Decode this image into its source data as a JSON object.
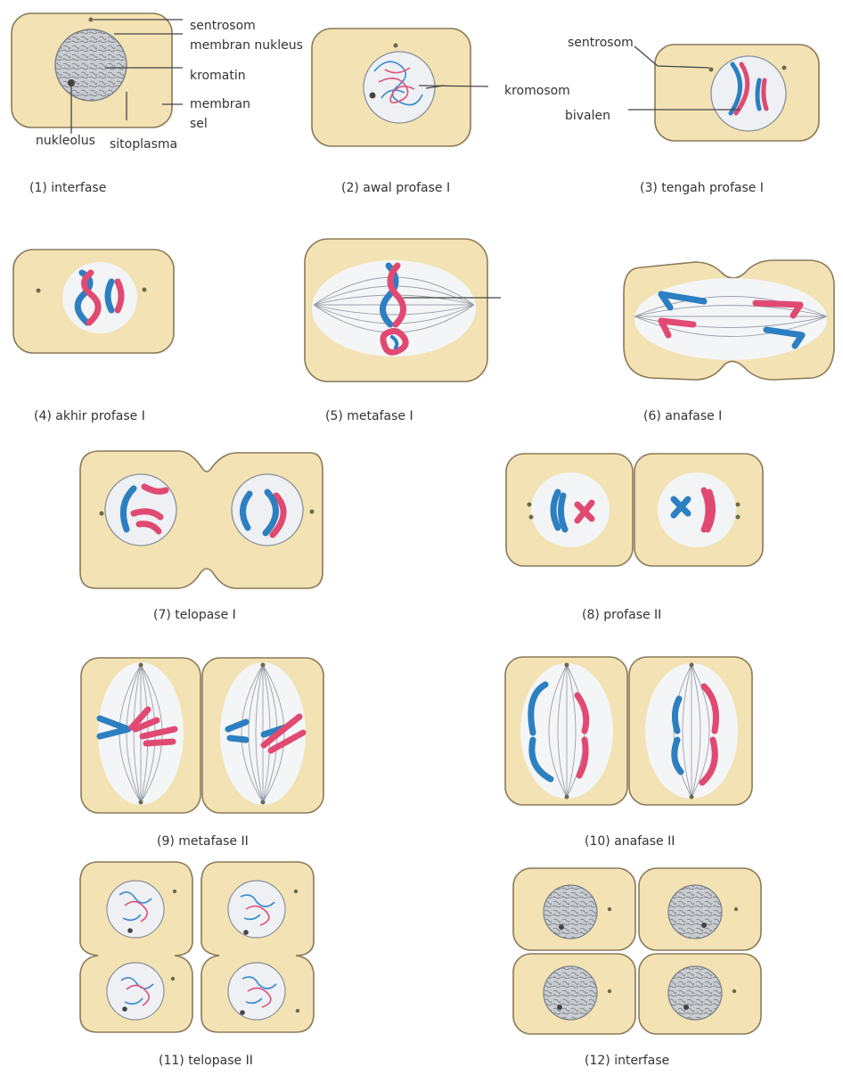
{
  "labels": {
    "sentrosom_1": "sentrosom",
    "membran_nukleus": "membran nukleus",
    "kromatin": "kromatin",
    "membran_line1": "membran",
    "membran_line2": "sel",
    "nukleolus": "nukleolus",
    "sitoplasma": "sitoplasma",
    "kromosom": "kromosom",
    "sentrosom_3": "sentrosom",
    "bivalen": "bivalen"
  },
  "stages": [
    {
      "caption": "(1) interfase"
    },
    {
      "caption": "(2) awal profase I"
    },
    {
      "caption": "(3) tengah profase I"
    },
    {
      "caption": "(4) akhir profase I"
    },
    {
      "caption": "(5) metafase I"
    },
    {
      "caption": "(6) anafase I"
    },
    {
      "caption": "(7) telopase I"
    },
    {
      "caption": "(8) profase II"
    },
    {
      "caption": "(9) metafase II"
    },
    {
      "caption": "(10) anafase II"
    },
    {
      "caption": "(11) telopase II"
    },
    {
      "caption": "(12) interfase"
    }
  ],
  "colors": {
    "cytoplasm": "#f3e2b3",
    "chromosome_blue": "#2c7fc0",
    "chromosome_red": "#e04a72"
  }
}
